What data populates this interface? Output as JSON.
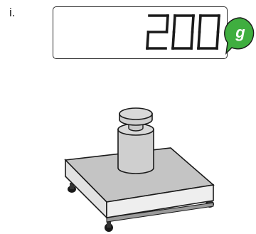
{
  "step": {
    "label": "i."
  },
  "display": {
    "reading": "200",
    "unit": "g"
  },
  "colors": {
    "unit_badge": "#3fae3f",
    "outline": "#1a1a1a",
    "scale_top": "#c4c4c4",
    "scale_side": "#e2e2e2",
    "weight": "#cfcfcf"
  },
  "icons": {
    "unit_badge": "speech-bubble-icon",
    "weight": "cylindrical-weight-icon",
    "scale": "weighing-platform-icon"
  }
}
